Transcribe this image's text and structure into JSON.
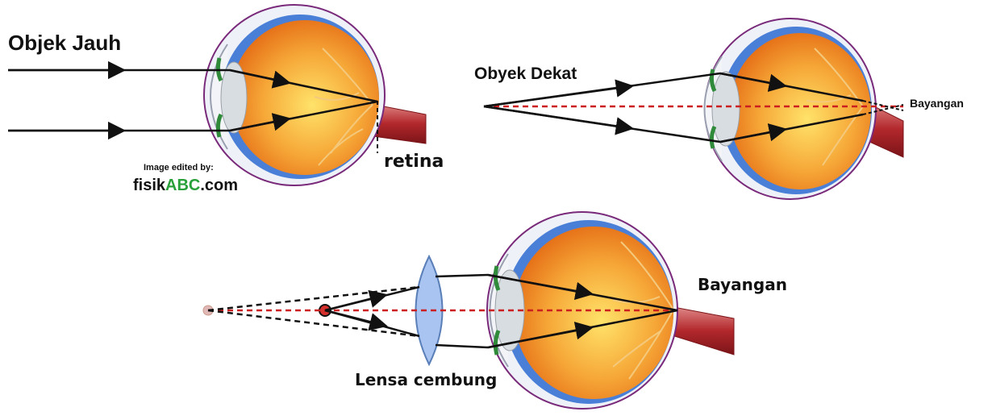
{
  "labels": {
    "far_object": "Objek Jauh",
    "retina": "retina",
    "watermark_caption": "Image edited by:",
    "watermark_brand_prefix": "fisik",
    "watermark_brand_accent": "ABC",
    "watermark_brand_suffix": ".com",
    "near_object": "Obyek Dekat",
    "image_top_right": "Bayangan",
    "image_bottom": "Bayangan",
    "convex_lens": "Lensa cembung"
  },
  "colors": {
    "ray": "#111111",
    "optical_axis": "#cc1f1f",
    "eyeball_fill": "#f08a20",
    "eyeball_center": "#ffe060",
    "sclera_outline": "#7a2a7a",
    "choroid_blue": "#4a7fd8",
    "lens_grey": "#d8dde2",
    "iris_green": "#2f8a3a",
    "optic_nerve": "#b3282c",
    "convex_lens_fill": "#a9c4f0",
    "brand_accent": "#29a03a"
  }
}
